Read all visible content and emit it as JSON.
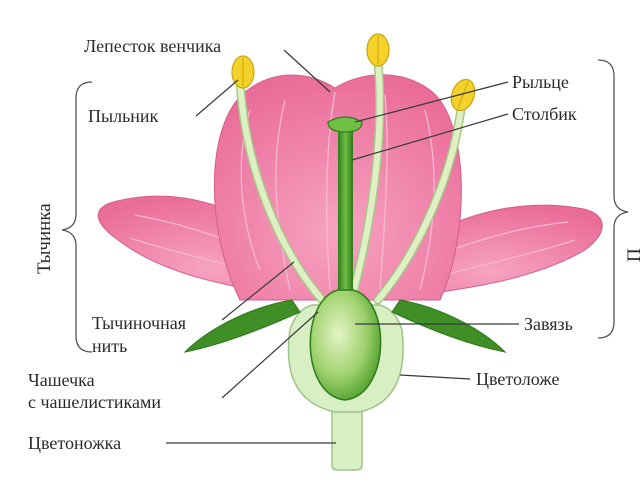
{
  "labels": {
    "petal": "Лепесток венчика",
    "anther": "Пыльник",
    "stigma": "Рыльце",
    "style": "Столбик",
    "filament_line1": "Тычиночная",
    "filament_line2": "нить",
    "ovary": "Завязь",
    "calyx_line1": "Чашечка",
    "calyx_line2": "с чашелистиками",
    "receptacle": "Цветоложе",
    "pedicel": "Цветоножка",
    "stamen": "Тычинка",
    "pistil_cut": "П"
  },
  "colors": {
    "petal": "#ee7fa6",
    "petal_edge": "#d35f8c",
    "petal_vein": "#f7b9cf",
    "filament": "#dff0c4",
    "filament_edge": "#a8c98a",
    "anther": "#f5d22a",
    "anther_edge": "#c9a412",
    "pistil": "#4a9d2a",
    "pistil_dark": "#2f7a1a",
    "ovary_light": "#c8e6a0",
    "receptacle": "#d8efc4",
    "receptacle_edge": "#9fc489",
    "sepal": "#3f8f26",
    "text": "#2a2a2a"
  }
}
